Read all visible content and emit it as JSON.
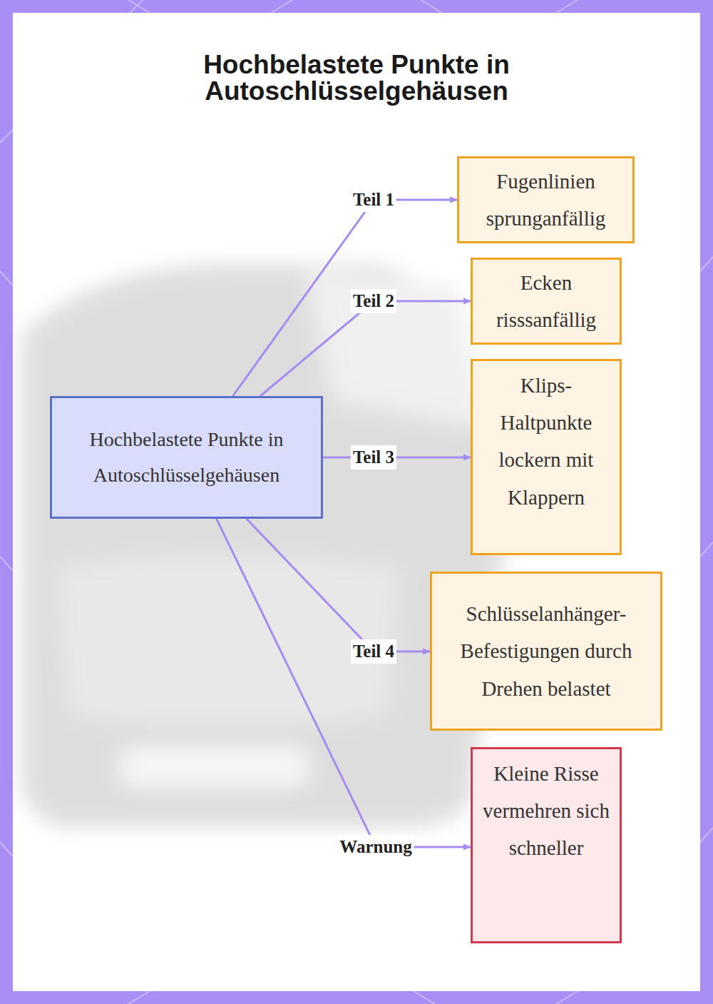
{
  "diagram": {
    "title": "Hochbelastete Punkte in Autoschlüsselgehäusen",
    "nodes": [
      {
        "text": [
          "Hochbelastete Punkte in Autoschlüsselgehäusen"
        ]
      },
      {
        "text": [
          "Fugenlinien sprunganfällig"
        ]
      },
      {
        "text": [
          "Ecken risssanfällig"
        ]
      },
      {
        "text": [
          "Klips-Haltpunkte lockern mit Klappern"
        ]
      },
      {
        "text": [
          "Schlüsselanhänger-Befestigungen durch Drehen belastet"
        ]
      },
      {
        "text": [
          "Kleine Risse vermehren sich schneller"
        ]
      }
    ],
    "edges": [
      {
        "from": 0,
        "to": 1,
        "label": "Teil 1",
        "arrow": "to"
      },
      {
        "from": 0,
        "to": 2,
        "label": "Teil 2",
        "arrow": "to"
      },
      {
        "from": 0,
        "to": 3,
        "label": "Teil 3",
        "arrow": "to"
      },
      {
        "from": 0,
        "to": 4,
        "label": "Teil 4",
        "arrow": "to"
      },
      {
        "from": 0,
        "to": 5,
        "label": "Warnung",
        "arrow": "to"
      }
    ]
  }
}
